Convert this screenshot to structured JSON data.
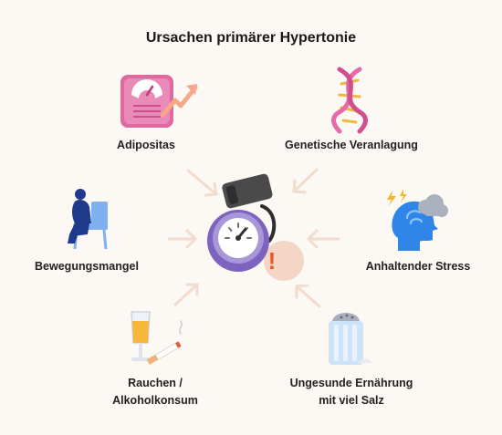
{
  "title": "Ursachen primärer Hypertonie",
  "causes": [
    {
      "lines": [
        "Adipositas"
      ],
      "icon": "scale-weight-gain-icon"
    },
    {
      "lines": [
        "Genetische Veranlagung"
      ],
      "icon": "dna-icon"
    },
    {
      "lines": [
        "Bewegungsmangel"
      ],
      "icon": "sitting-person-icon"
    },
    {
      "lines": [
        "Anhaltender Stress"
      ],
      "icon": "stressed-head-icon"
    },
    {
      "lines": [
        "Rauchen /",
        "Alkoholkonsum"
      ],
      "icon": "beer-cigarette-icon"
    },
    {
      "lines": [
        "Ungesunde Ernährung",
        "mit viel Salz"
      ],
      "icon": "salt-shaker-icon"
    }
  ],
  "center": {
    "icon": "blood-pressure-monitor-icon",
    "badge": "!"
  },
  "colors": {
    "background": "#fcf8f4",
    "arrow": "#f1dccd",
    "gauge": "#a796d8",
    "alert": "#e8592a"
  }
}
